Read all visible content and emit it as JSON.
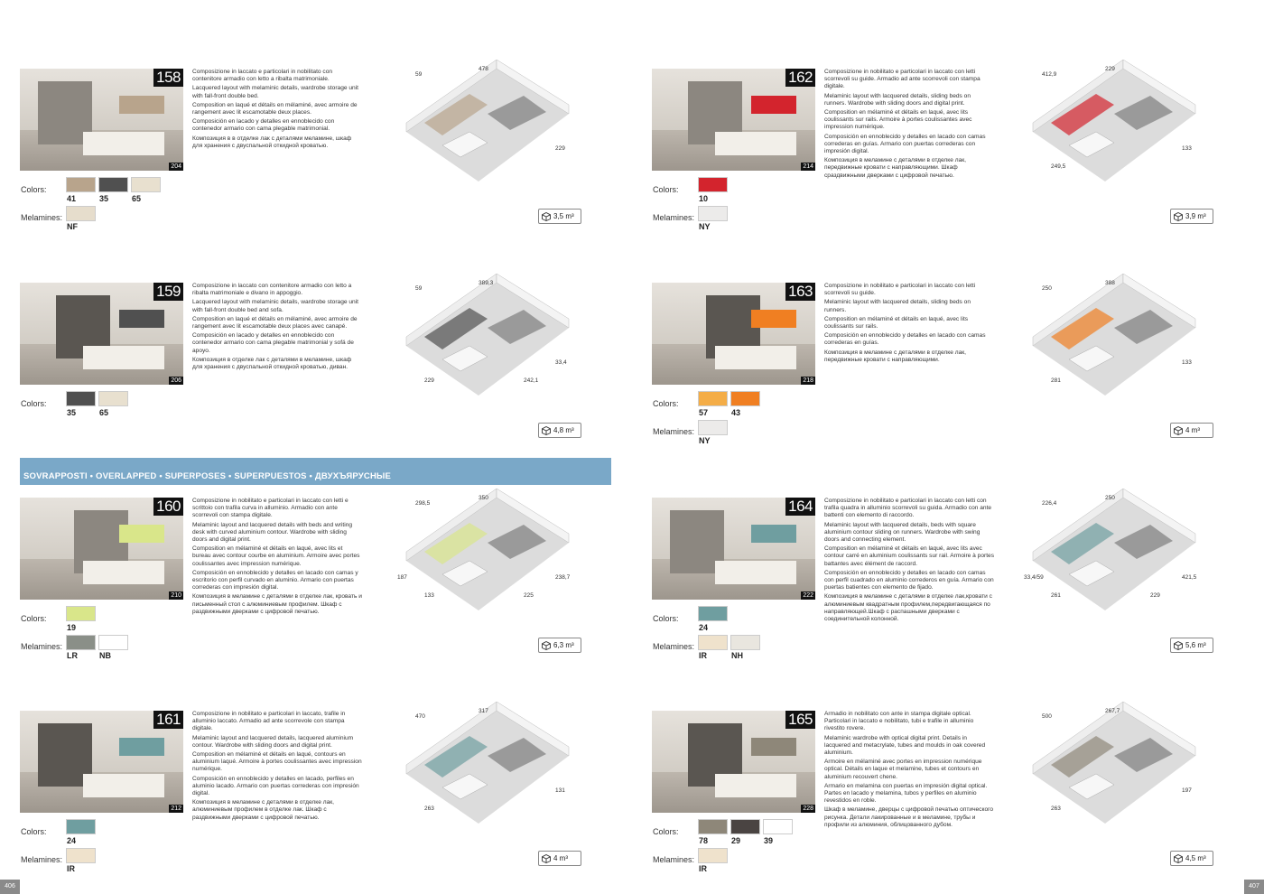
{
  "section": {
    "title": "SOVRAPPOSTI • OVERLAPPED • SUPERPOSES • SUPERPUESTOS • ДВУХЪЯРУСНЫЕ"
  },
  "page_numbers": {
    "left": "406",
    "right": "407"
  },
  "labels": {
    "colors": "Colors:",
    "melamines": "Melamines:"
  },
  "items": [
    {
      "num": "158",
      "page": "204",
      "desc": [
        "Composizione in laccato e particolari in nobilitato con contenitore armadio con letto a ribalta matrimoniale.",
        "Lacquered layout with melaminic details, wardrobe storage unit with fall-front double bed.",
        "Composition en laqué et détails en mélaminé, avec armoire de rangement avec lit escamotable deux places.",
        "Composición en lacado y detalles en ennoblecido con contenedor armario con cama plegable matrimonial.",
        "Композиция в в отделке лак с деталями меламине, шкаф для хранения с двуспальной откидной кроватью."
      ],
      "colors": [
        {
          "code": "41",
          "hex": "#b8a48c"
        },
        {
          "code": "35",
          "hex": "#505050"
        },
        {
          "code": "65",
          "hex": "#e8e0cf"
        }
      ],
      "melamines": [
        {
          "code": "NF",
          "hex": "#e6ddcc"
        }
      ],
      "dims": [
        "59",
        "478",
        "229"
      ],
      "volume": "3,5 m³"
    },
    {
      "num": "159",
      "page": "206",
      "desc": [
        "Composizione in laccato con contenitore armadio con letto a ribalta matrimoniale e divano in appoggio.",
        "Lacquered layout with melaminic details, wardrobe storage unit with fall-front double bed and sofa.",
        "Composition en laqué et détails en mélaminé, avec armoire de rangement avec lit escamotable deux places avec canapé.",
        "Composición en lacado y detalles en ennoblecido con contenedor armario con cama plegable matrimonial y sofá de apoyo.",
        "Композиция в отделке лак с деталями в меламине, шкаф для хранения с двуспальной откидной кроватью, диван."
      ],
      "colors": [
        {
          "code": "35",
          "hex": "#505050"
        },
        {
          "code": "65",
          "hex": "#e8e0cf"
        }
      ],
      "melamines": [],
      "dims": [
        "59",
        "389,3",
        "33,4",
        "229",
        "242,1"
      ],
      "volume": "4,8 m³"
    },
    {
      "num": "160",
      "page": "210",
      "desc": [
        "Composizione in nobilitato e particolari in laccato con letti e scrittoio con trafila curva in alluminio. Armadio con ante scorrevoli con stampa digitale.",
        "Melaminic layout and lacquered details with beds and writing desk with curved aluminium contour. Wardrobe with sliding doors and digital print.",
        "Composition en mélaminé et détails en laqué, avec lits et bureau avec contour courbe en aluminium. Armoire avec portes coulissantes avec impression numérique.",
        "Composición en ennoblecido y detalles en lacado con camas y escritorio con perfil curvado en aluminio. Armario con puertas correderas con impresión digital.",
        "Композиция в меламине с деталями в отделке лак, кровать и письменный стол с алюминиевым профилем. Шкаф с раздвижными дверками с цифровой печатью."
      ],
      "colors": [
        {
          "code": "19",
          "hex": "#d9e68a"
        }
      ],
      "melamines": [
        {
          "code": "LR",
          "hex": "#8a8f88"
        },
        {
          "code": "NB",
          "hex": "#ffffff"
        }
      ],
      "dims": [
        "298,5",
        "350",
        "238,7",
        "133",
        "225",
        "187"
      ],
      "volume": "6,3 m³"
    },
    {
      "num": "161",
      "page": "212",
      "desc": [
        "Composizione in nobilitato e particolari in laccato, trafile in alluminio laccato. Armadio ad ante scorrevole con stampa digitale.",
        "Melaminic layout and lacquered details, lacquered aluminium contour. Wardrobe with sliding doors and digital print.",
        "Composition en mélaminé et détails en laqué, contours en aluminium laqué. Armoire à portes coulissantes avec impression numérique.",
        "Composición en ennoblecido y detalles en lacado, perfiles en aluminio lacado. Armario con puertas correderas con impresión digital.",
        "Композиция в меламине с деталями в отделке лак, алюминиевым профилем в отделке лак. Шкаф с раздвижными дверками с цифровой печатью."
      ],
      "colors": [
        {
          "code": "24",
          "hex": "#6f9ea0"
        }
      ],
      "melamines": [
        {
          "code": "IR",
          "hex": "#efe2cc"
        }
      ],
      "dims": [
        "470",
        "317",
        "131",
        "263"
      ],
      "volume": "4 m³"
    },
    {
      "num": "162",
      "page": "214",
      "desc": [
        "Composizione in nobilitato e particolari in laccato con letti scorrevoli su guide. Armadio ad ante scorrevoli con stampa digitale.",
        "Melaminic layout with lacquered details, sliding beds on runners. Wardrobe with sliding doors and digital print.",
        "Composition en mélaminé et détails en laqué, avec lits coulissants sur rails. Armoire à portes coulissantes avec impression numérique.",
        "Composición en ennoblecido y detalles en lacado con camas correderas en guías. Armario con puertas correderas con impresión digital.",
        "Композиция в меламине с деталями в отделке лак, передвижные кровати с направляющими. Шкаф сраздвижными дверками с цифровой печатью."
      ],
      "colors": [
        {
          "code": "10",
          "hex": "#d3242d"
        }
      ],
      "melamines": [
        {
          "code": "NY",
          "hex": "#ecebea"
        }
      ],
      "dims": [
        "412,9",
        "229",
        "133",
        "249,5"
      ],
      "volume": "3,9 m³"
    },
    {
      "num": "163",
      "page": "218",
      "desc": [
        "Composizione in nobilitato e particolari in laccato con letti scorrevoli su guide.",
        "Melaminic layout with lacquered details, sliding beds on runners.",
        "Composition en mélaminé et détails en laqué, avec lits coulissants sur rails.",
        "Composición en ennoblecido y detalles en lacado con camas correderas en guías.",
        "Композиция в меламине с деталями в отделке лак, передвижные кровати с направляющими."
      ],
      "colors": [
        {
          "code": "57",
          "hex": "#f4ad47"
        },
        {
          "code": "43",
          "hex": "#f07f22"
        }
      ],
      "melamines": [
        {
          "code": "NY",
          "hex": "#ecebea"
        }
      ],
      "dims": [
        "250",
        "388",
        "133",
        "281"
      ],
      "volume": "4 m³"
    },
    {
      "num": "164",
      "page": "222",
      "desc": [
        "Composizione in nobilitato e particolari in laccato con letti con trafila quadra in alluminio scorrevoli su guida. Armadio con ante battenti con elemento di raccordo.",
        "Melaminic layout with lacquered details, beds with square aluminium contour sliding on runners. Wardrobe with swing doors and connecting element.",
        "Composition en mélaminé et détails en laqué, avec lits avec contour carré en aluminium coulissants sur rail. Armoire à portes battantes avec élément de raccord.",
        "Composición en ennoblecido y detalles en lacado con camas con perfil cuadrado en aluminio correderos en guía. Armario con puertas batientes con elemento de fijado.",
        "Композиция в меламине с деталями в отделке лак,кровати с алюминиевым квадратным профилем,передвигающаяся по направляющей.Шкаф с распашными дверками с соединительной колонной."
      ],
      "colors": [
        {
          "code": "24",
          "hex": "#6f9ea0"
        }
      ],
      "melamines": [
        {
          "code": "IR",
          "hex": "#efe2cc"
        },
        {
          "code": "NH",
          "hex": "#e9e6df"
        }
      ],
      "dims": [
        "226,4",
        "250",
        "421,5",
        "261",
        "229",
        "33,4/59"
      ],
      "volume": "5,6 m³"
    },
    {
      "num": "165",
      "page": "228",
      "desc": [
        "Armadio in nobilitato con ante in stampa digitale optical. Particolari in laccato e nobilitato, tubi e trafile in alluminio rivestito rovere.",
        "Melaminic wardrobe with optical digital print. Details in lacquered and metacrylate, tubes and moulds in oak covered aluminium.",
        "Armoire en mélaminé avec portes en impression numérique optical. Détails en laque et melamine, tubes et contours en aluminium recouvert chene.",
        "Armario en melamina con puertas en impresión digital optical. Partes en lacado y melamina, tubos y perfiles en aluminio revestidos en roble.",
        "Шкаф в меламине, дверцы с цифровой печатью оптического рисунка. Детали лакированные и в меламине, трубы и профили из алюминия, облицованного дубом."
      ],
      "colors": [
        {
          "code": "78",
          "hex": "#8e8779"
        },
        {
          "code": "29",
          "hex": "#4a4442"
        },
        {
          "code": "39",
          "hex": "#ffffff"
        }
      ],
      "melamines": [
        {
          "code": "IR",
          "hex": "#efe2cc"
        }
      ],
      "dims": [
        "500",
        "267,7",
        "197",
        "263"
      ],
      "volume": "4,5 m³"
    }
  ]
}
